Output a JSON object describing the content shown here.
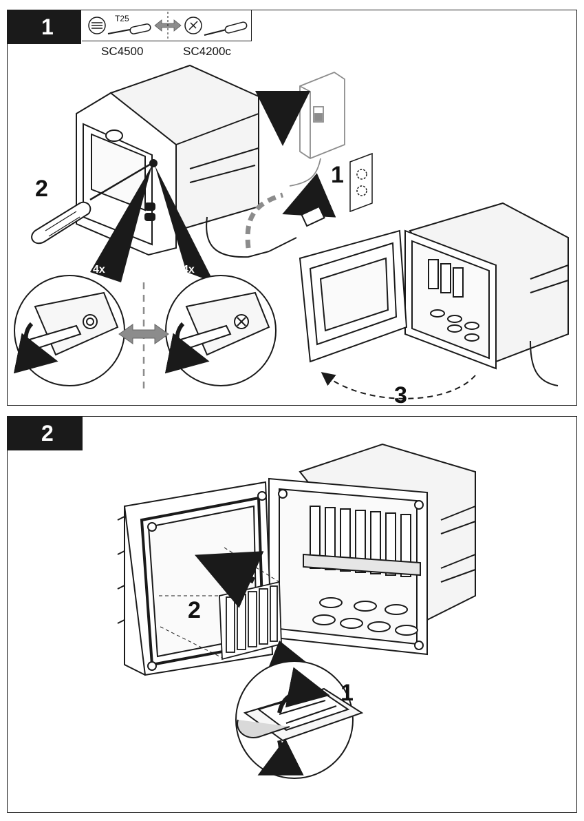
{
  "panel1": {
    "step_number": "1",
    "tools": {
      "torx_size": "T25",
      "left_model": "SC4500",
      "right_model": "SC4200c"
    },
    "callouts": {
      "unplug": "1",
      "screwdriver": "2",
      "open_door": "3"
    },
    "quantity_left": "4x",
    "quantity_right": "4x"
  },
  "panel2": {
    "step_number": "2",
    "callouts": {
      "peel": "1",
      "insert": "2"
    }
  },
  "colors": {
    "line": "#1a1a1a",
    "gray_arrow": "#8c8c8c",
    "fill_light": "#f2f2f2",
    "fill_mid": "#d9d9d9"
  }
}
